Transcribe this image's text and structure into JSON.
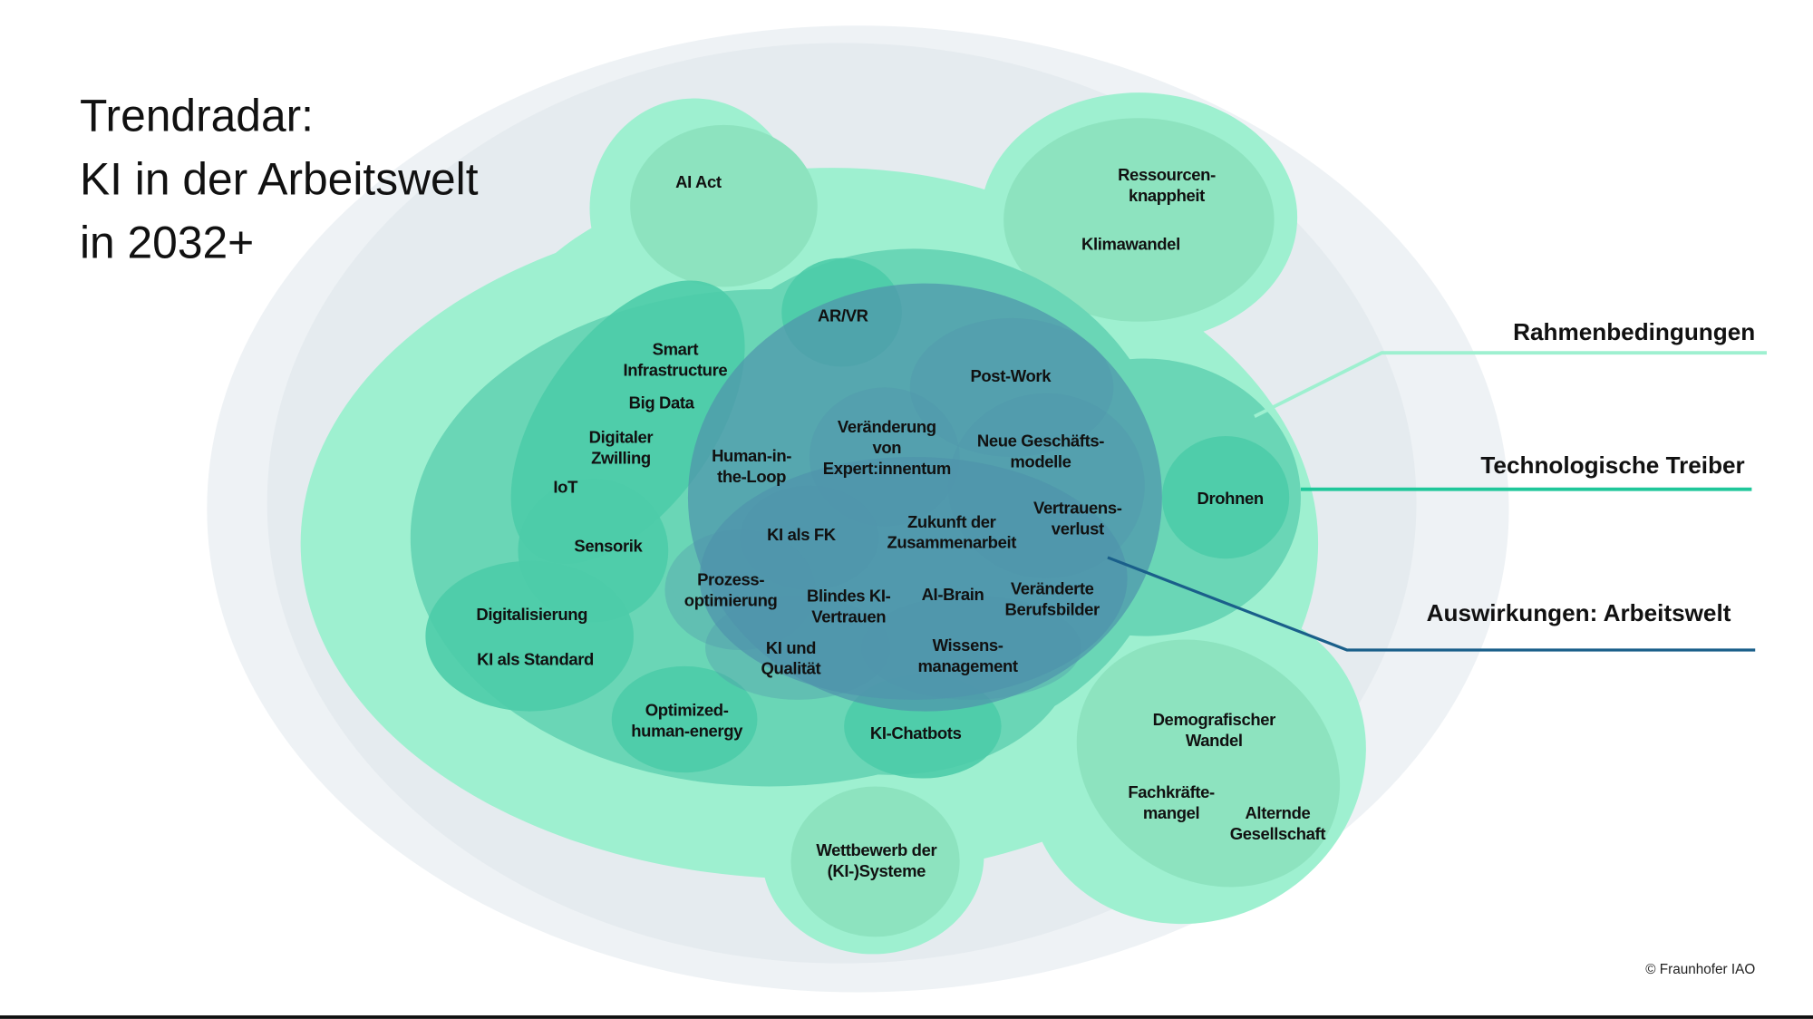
{
  "title": {
    "lines": [
      "Trendradar:",
      "KI in der Arbeitswelt",
      "in 2032+"
    ]
  },
  "legend": {
    "rahmen": "Rahmenbedingungen",
    "treiber": "Technologische Treiber",
    "auswirkungen": "Auswirkungen: Arbeitswelt"
  },
  "colors": {
    "rahmen": "#9ef0d0",
    "treiber": "#1fc79a",
    "auswirkungen": "#1a5f8a"
  },
  "copyright": "© Fraunhofer IAO",
  "labels": [
    {
      "id": "ai-act",
      "lines": [
        "AI Act"
      ]
    },
    {
      "id": "ressourcenknappheit",
      "lines": [
        "Ressourcen-",
        "knappheit"
      ]
    },
    {
      "id": "klimawandel",
      "lines": [
        "Klimawandel"
      ]
    },
    {
      "id": "ar-vr",
      "lines": [
        "AR/VR"
      ]
    },
    {
      "id": "smart-infrastructure",
      "lines": [
        "Smart",
        "Infrastructure"
      ]
    },
    {
      "id": "big-data",
      "lines": [
        "Big Data"
      ]
    },
    {
      "id": "digitaler-zwilling",
      "lines": [
        "Digitaler",
        "Zwilling"
      ]
    },
    {
      "id": "iot",
      "lines": [
        "IoT"
      ]
    },
    {
      "id": "sensorik",
      "lines": [
        "Sensorik"
      ]
    },
    {
      "id": "digitalisierung",
      "lines": [
        "Digitalisierung"
      ]
    },
    {
      "id": "ki-als-standard",
      "lines": [
        "KI als Standard"
      ]
    },
    {
      "id": "optimized-human-energy",
      "lines": [
        "Optimized-",
        "human-energy"
      ]
    },
    {
      "id": "ki-chatbots",
      "lines": [
        "KI-Chatbots"
      ]
    },
    {
      "id": "wettbewerb",
      "lines": [
        "Wettbewerb der",
        "(KI-)Systeme"
      ]
    },
    {
      "id": "demografischer-wandel",
      "lines": [
        "Demografischer",
        "Wandel"
      ]
    },
    {
      "id": "fachkraeftemangel",
      "lines": [
        "Fachkräfte-",
        "mangel"
      ]
    },
    {
      "id": "alternde-gesellschaft",
      "lines": [
        "Alternde",
        "Gesellschaft"
      ]
    },
    {
      "id": "drohnen",
      "lines": [
        "Drohnen"
      ]
    },
    {
      "id": "post-work",
      "lines": [
        "Post-Work"
      ]
    },
    {
      "id": "veraenderung-expertinnentum",
      "lines": [
        "Veränderung",
        "von",
        "Expert:innentum"
      ]
    },
    {
      "id": "neue-geschaeftsmodelle",
      "lines": [
        "Neue Geschäfts-",
        "modelle"
      ]
    },
    {
      "id": "human-in-the-loop",
      "lines": [
        "Human-in-",
        "the-Loop"
      ]
    },
    {
      "id": "ki-als-fk",
      "lines": [
        "KI als FK"
      ]
    },
    {
      "id": "zukunft-zusammenarbeit",
      "lines": [
        "Zukunft der",
        "Zusammenarbeit"
      ]
    },
    {
      "id": "vertrauensverlust",
      "lines": [
        "Vertrauens-",
        "verlust"
      ]
    },
    {
      "id": "prozessoptimierung",
      "lines": [
        "Prozess-",
        "optimierung"
      ]
    },
    {
      "id": "blindes-ki-vertrauen",
      "lines": [
        "Blindes KI-",
        "Vertrauen"
      ]
    },
    {
      "id": "ai-brain",
      "lines": [
        "AI-Brain"
      ]
    },
    {
      "id": "veraenderte-berufsbilder",
      "lines": [
        "Veränderte",
        "Berufsbilder"
      ]
    },
    {
      "id": "ki-und-qualitaet",
      "lines": [
        "KI und",
        "Qualität"
      ]
    },
    {
      "id": "wissensmanagement",
      "lines": [
        "Wissens-",
        "management"
      ]
    }
  ]
}
